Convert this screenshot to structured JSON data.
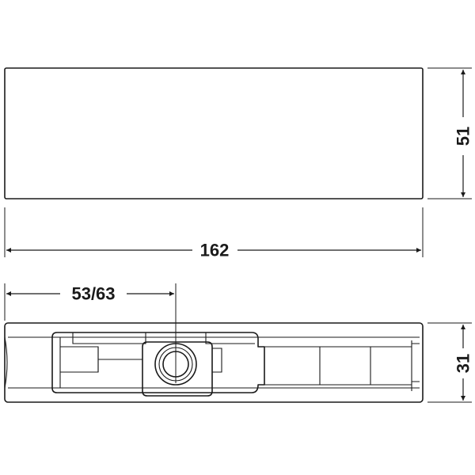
{
  "dimensions": {
    "length": "162",
    "height": "51",
    "offset": "53/63",
    "depth": "31"
  }
}
